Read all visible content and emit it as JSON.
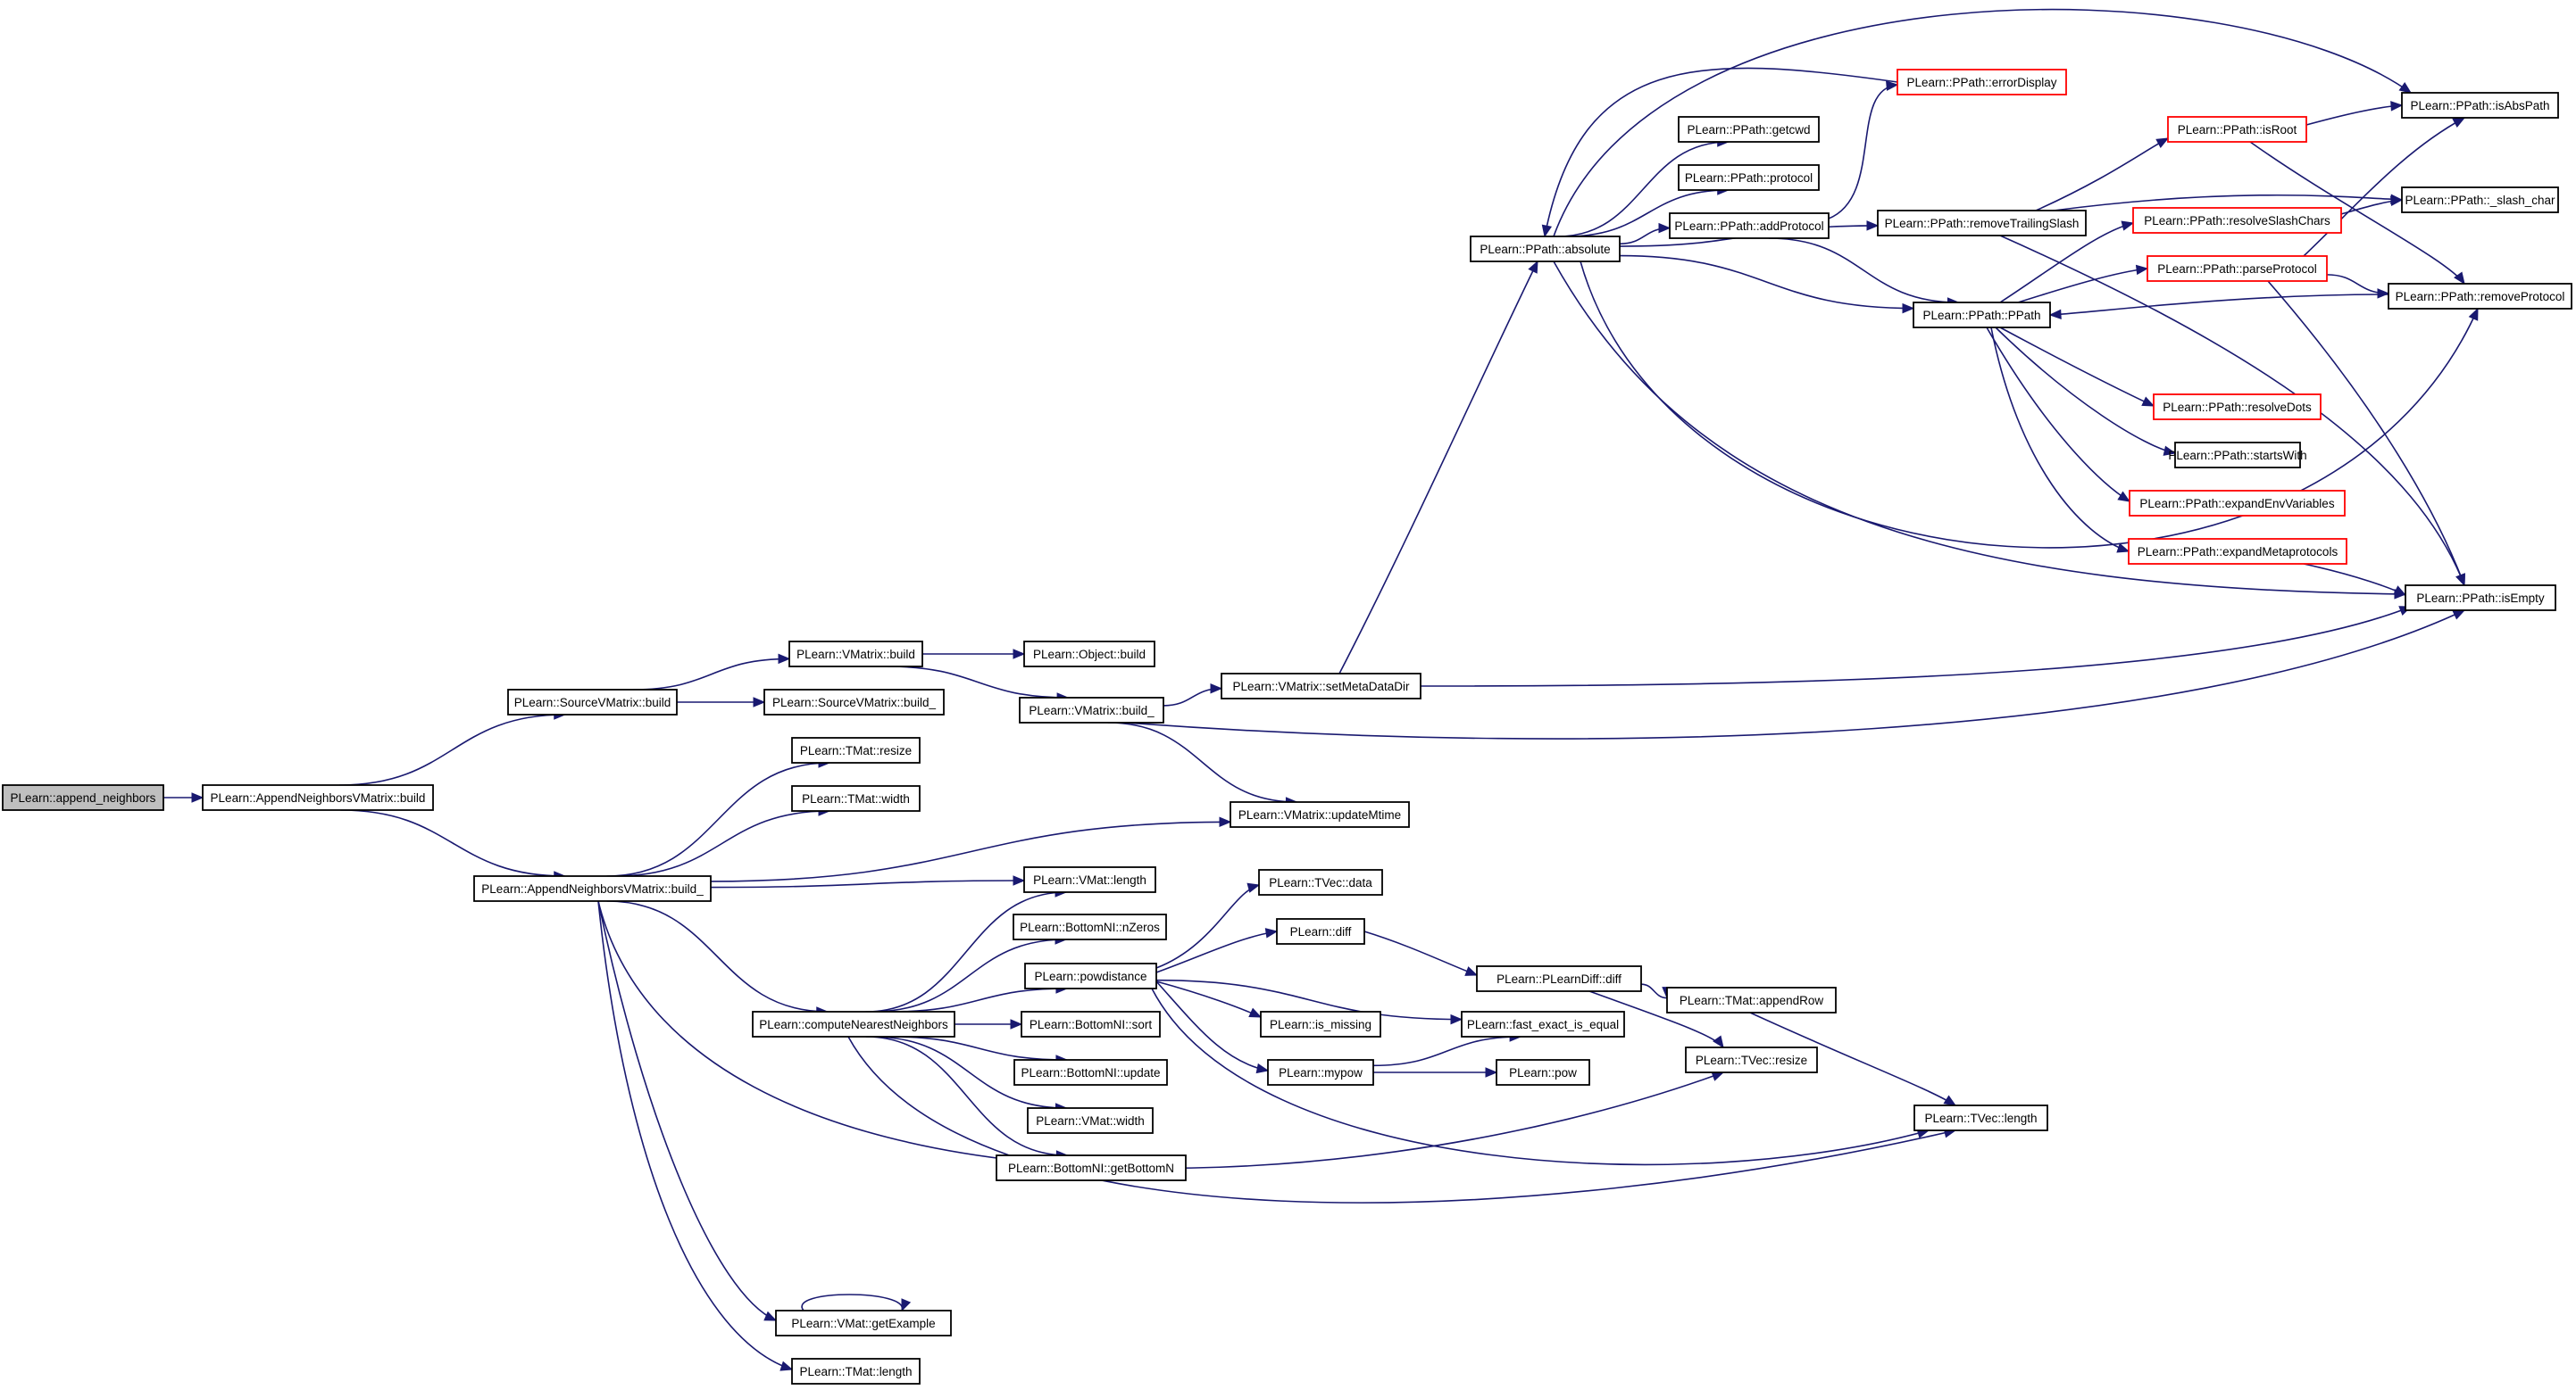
{
  "colors": {
    "edge": "#191970",
    "node_border": "#000000",
    "node_border_truncated": "#ff0000",
    "root_fill": "#bfbfbf",
    "node_fill": "#ffffff"
  },
  "nodes": [
    {
      "id": "append_neighbors",
      "label": "PLearn::append_neighbors",
      "root": true
    },
    {
      "id": "anv_build",
      "label": "PLearn::AppendNeighborsVMatrix::build"
    },
    {
      "id": "svm_build",
      "label": "PLearn::SourceVMatrix::build"
    },
    {
      "id": "anv_build_",
      "label": "PLearn::AppendNeighborsVMatrix::build_"
    },
    {
      "id": "vm_build",
      "label": "PLearn::VMatrix::build"
    },
    {
      "id": "svm_build_",
      "label": "PLearn::SourceVMatrix::build_"
    },
    {
      "id": "obj_build",
      "label": "PLearn::Object::build"
    },
    {
      "id": "vm_build_",
      "label": "PLearn::VMatrix::build_"
    },
    {
      "id": "setmeta",
      "label": "PLearn::VMatrix::setMetaDataDir"
    },
    {
      "id": "updmtime",
      "label": "PLearn::VMatrix::updateMtime"
    },
    {
      "id": "tmat_resize",
      "label": "PLearn::TMat::resize"
    },
    {
      "id": "tmat_width",
      "label": "PLearn::TMat::width"
    },
    {
      "id": "vmat_length",
      "label": "PLearn::VMat::length"
    },
    {
      "id": "bn_nzeros",
      "label": "PLearn::BottomNI::nZeros"
    },
    {
      "id": "powdistance",
      "label": "PLearn::powdistance"
    },
    {
      "id": "cnn",
      "label": "PLearn::computeNearestNeighbors"
    },
    {
      "id": "bn_sort",
      "label": "PLearn::BottomNI::sort"
    },
    {
      "id": "bn_update",
      "label": "PLearn::BottomNI::update"
    },
    {
      "id": "vmat_width",
      "label": "PLearn::VMat::width"
    },
    {
      "id": "bn_getbottom",
      "label": "PLearn::BottomNI::getBottomN"
    },
    {
      "id": "vmat_getex",
      "label": "PLearn::VMat::getExample"
    },
    {
      "id": "tmat_length",
      "label": "PLearn::TMat::length"
    },
    {
      "id": "tvec_data",
      "label": "PLearn::TVec::data"
    },
    {
      "id": "diff",
      "label": "PLearn::diff"
    },
    {
      "id": "is_missing",
      "label": "PLearn::is_missing"
    },
    {
      "id": "mypow",
      "label": "PLearn::mypow"
    },
    {
      "id": "pld_diff",
      "label": "PLearn::PLearnDiff::diff"
    },
    {
      "id": "feq",
      "label": "PLearn::fast_exact_is_equal"
    },
    {
      "id": "pow",
      "label": "PLearn::pow"
    },
    {
      "id": "tmat_append",
      "label": "PLearn::TMat::appendRow"
    },
    {
      "id": "tvec_resize",
      "label": "PLearn::TVec::resize"
    },
    {
      "id": "tvec_length",
      "label": "PLearn::TVec::length"
    },
    {
      "id": "pp_absolute",
      "label": "PLearn::PPath::absolute"
    },
    {
      "id": "pp_getcwd",
      "label": "PLearn::PPath::getcwd"
    },
    {
      "id": "pp_protocol",
      "label": "PLearn::PPath::protocol"
    },
    {
      "id": "pp_addproto",
      "label": "PLearn::PPath::addProtocol"
    },
    {
      "id": "pp_errdisp",
      "label": "PLearn::PPath::errorDisplay",
      "truncated": true
    },
    {
      "id": "pp_remtrail",
      "label": "PLearn::PPath::removeTrailingSlash"
    },
    {
      "id": "pp_ppath",
      "label": "PLearn::PPath::PPath"
    },
    {
      "id": "pp_isroot",
      "label": "PLearn::PPath::isRoot",
      "truncated": true
    },
    {
      "id": "pp_resslash",
      "label": "PLearn::PPath::resolveSlashChars",
      "truncated": true
    },
    {
      "id": "pp_parseproto",
      "label": "PLearn::PPath::parseProtocol",
      "truncated": true
    },
    {
      "id": "pp_resdots",
      "label": "PLearn::PPath::resolveDots",
      "truncated": true
    },
    {
      "id": "pp_startswith",
      "label": "PLearn::PPath::startsWith"
    },
    {
      "id": "pp_expenv",
      "label": "PLearn::PPath::expandEnvVariables",
      "truncated": true
    },
    {
      "id": "pp_expmeta",
      "label": "PLearn::PPath::expandMetaprotocols",
      "truncated": true
    },
    {
      "id": "pp_isabs",
      "label": "PLearn::PPath::isAbsPath"
    },
    {
      "id": "pp_slash",
      "label": "PLearn::PPath::_slash_char"
    },
    {
      "id": "pp_remproto",
      "label": "PLearn::PPath::removeProtocol"
    },
    {
      "id": "pp_isempty",
      "label": "PLearn::PPath::isEmpty"
    }
  ],
  "edges": [
    [
      "append_neighbors",
      "anv_build"
    ],
    [
      "anv_build",
      "svm_build"
    ],
    [
      "anv_build",
      "anv_build_"
    ],
    [
      "svm_build",
      "vm_build"
    ],
    [
      "svm_build",
      "svm_build_"
    ],
    [
      "vm_build",
      "obj_build"
    ],
    [
      "vm_build",
      "vm_build_"
    ],
    [
      "vm_build_",
      "setmeta"
    ],
    [
      "vm_build_",
      "updmtime"
    ],
    [
      "vm_build_",
      "pp_isempty"
    ],
    [
      "setmeta",
      "pp_absolute"
    ],
    [
      "setmeta",
      "pp_isempty"
    ],
    [
      "anv_build_",
      "tmat_resize"
    ],
    [
      "anv_build_",
      "tmat_width"
    ],
    [
      "anv_build_",
      "updmtime"
    ],
    [
      "anv_build_",
      "vmat_length"
    ],
    [
      "anv_build_",
      "cnn"
    ],
    [
      "anv_build_",
      "vmat_getex"
    ],
    [
      "anv_build_",
      "tmat_length"
    ],
    [
      "anv_build_",
      "tvec_resize"
    ],
    [
      "cnn",
      "vmat_length"
    ],
    [
      "cnn",
      "bn_nzeros"
    ],
    [
      "cnn",
      "powdistance"
    ],
    [
      "cnn",
      "bn_sort"
    ],
    [
      "cnn",
      "bn_update"
    ],
    [
      "cnn",
      "vmat_width"
    ],
    [
      "cnn",
      "bn_getbottom"
    ],
    [
      "cnn",
      "tvec_length"
    ],
    [
      "vmat_getex",
      "vmat_getex"
    ],
    [
      "powdistance",
      "tvec_data"
    ],
    [
      "powdistance",
      "diff"
    ],
    [
      "powdistance",
      "feq"
    ],
    [
      "powdistance",
      "is_missing"
    ],
    [
      "powdistance",
      "mypow"
    ],
    [
      "powdistance",
      "tvec_length"
    ],
    [
      "diff",
      "pld_diff"
    ],
    [
      "pld_diff",
      "tmat_append"
    ],
    [
      "pld_diff",
      "tvec_resize"
    ],
    [
      "tmat_append",
      "tvec_length"
    ],
    [
      "mypow",
      "feq"
    ],
    [
      "mypow",
      "pow"
    ],
    [
      "pp_absolute",
      "pp_isabs"
    ],
    [
      "pp_absolute",
      "pp_getcwd"
    ],
    [
      "pp_absolute",
      "pp_protocol"
    ],
    [
      "pp_absolute",
      "pp_addproto"
    ],
    [
      "pp_absolute",
      "pp_remtrail"
    ],
    [
      "pp_absolute",
      "pp_ppath"
    ],
    [
      "pp_absolute",
      "pp_isempty"
    ],
    [
      "pp_absolute",
      "pp_remproto"
    ],
    [
      "pp_errdisp",
      "pp_absolute"
    ],
    [
      "pp_addproto",
      "pp_errdisp"
    ],
    [
      "pp_addproto",
      "pp_ppath"
    ],
    [
      "pp_remtrail",
      "pp_isroot"
    ],
    [
      "pp_remtrail",
      "pp_slash"
    ],
    [
      "pp_remtrail",
      "pp_isempty"
    ],
    [
      "pp_ppath",
      "pp_resslash"
    ],
    [
      "pp_ppath",
      "pp_parseproto"
    ],
    [
      "pp_ppath",
      "pp_resdots"
    ],
    [
      "pp_ppath",
      "pp_startswith"
    ],
    [
      "pp_ppath",
      "pp_expenv"
    ],
    [
      "pp_ppath",
      "pp_expmeta"
    ],
    [
      "pp_isroot",
      "pp_isabs"
    ],
    [
      "pp_isroot",
      "pp_remproto"
    ],
    [
      "pp_resslash",
      "pp_slash"
    ],
    [
      "pp_parseproto",
      "pp_isabs"
    ],
    [
      "pp_parseproto",
      "pp_remproto"
    ],
    [
      "pp_parseproto",
      "pp_isempty"
    ],
    [
      "pp_remproto",
      "pp_ppath"
    ],
    [
      "pp_expmeta",
      "pp_isempty"
    ]
  ]
}
